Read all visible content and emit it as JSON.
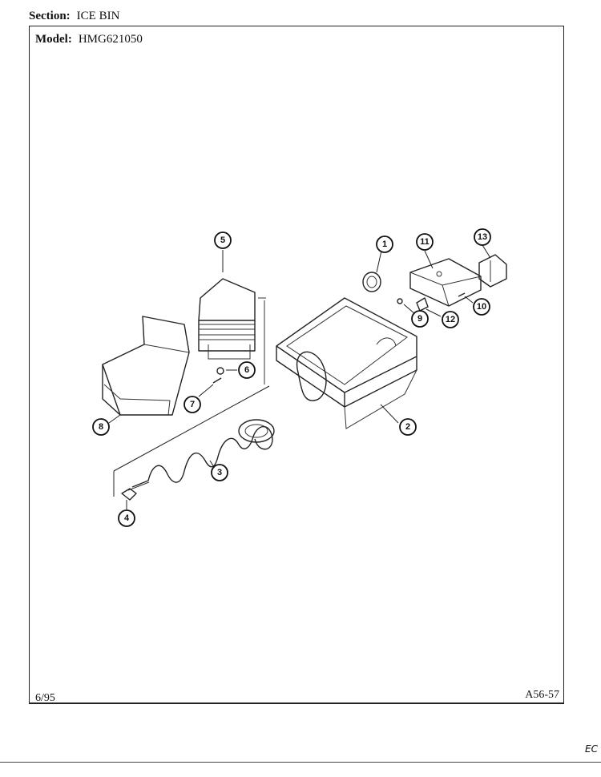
{
  "header": {
    "section_label": "Section:",
    "section_value": "ICE BIN",
    "model_label": "Model:",
    "model_value": "HMG621050"
  },
  "footer": {
    "date": "6/95",
    "page_code": "A56-57"
  },
  "corner_mark": "EC",
  "callouts": [
    "1",
    "2",
    "3",
    "4",
    "5",
    "6",
    "7",
    "8",
    "9",
    "10",
    "11",
    "12",
    "13"
  ]
}
